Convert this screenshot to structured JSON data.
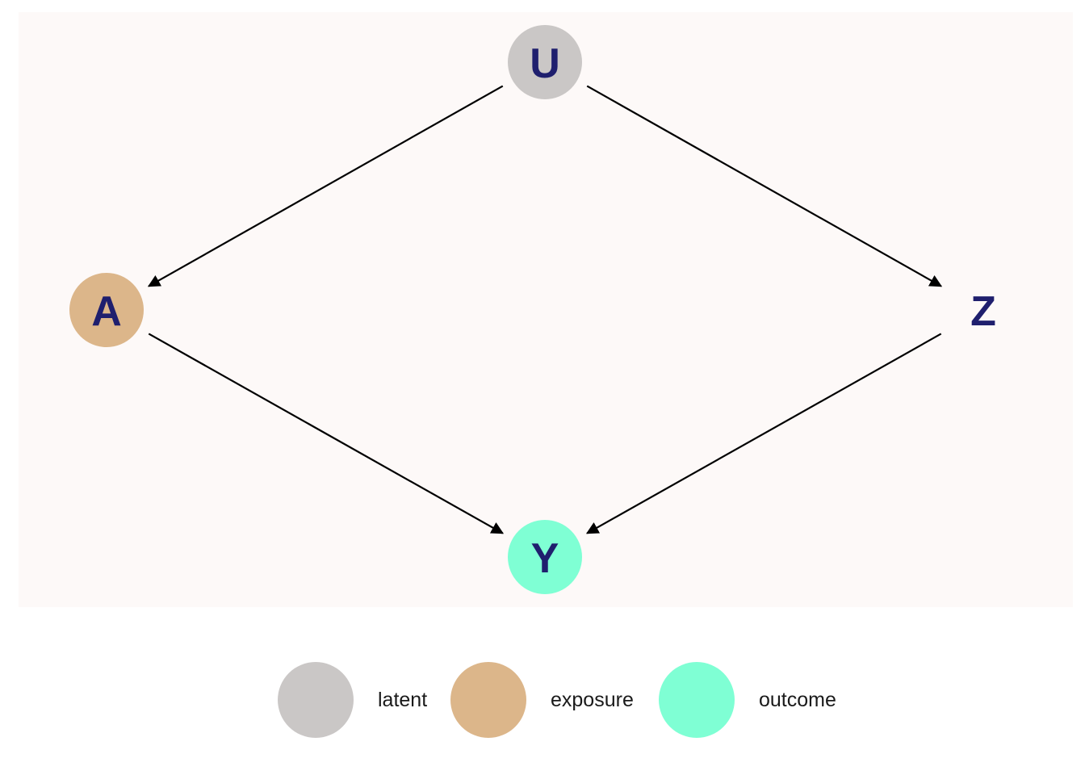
{
  "colors": {
    "panel_background": "#fdf9f8",
    "edge": "#000000",
    "label": "#1f1f6e",
    "latent": "#cac7c6",
    "exposure": "#dcb68a",
    "outcome": "#7fffd4"
  },
  "diagram": {
    "nodes": [
      {
        "id": "U",
        "label": "U",
        "status": "latent",
        "filled": true
      },
      {
        "id": "A",
        "label": "A",
        "status": "exposure",
        "filled": true
      },
      {
        "id": "Z",
        "label": "Z",
        "status": "",
        "filled": false
      },
      {
        "id": "Y",
        "label": "Y",
        "status": "outcome",
        "filled": true
      }
    ],
    "edges": [
      {
        "from": "U",
        "to": "A"
      },
      {
        "from": "U",
        "to": "Z"
      },
      {
        "from": "A",
        "to": "Y"
      },
      {
        "from": "Z",
        "to": "Y"
      }
    ]
  },
  "legend": {
    "items": [
      {
        "status": "latent",
        "label": "latent"
      },
      {
        "status": "exposure",
        "label": "exposure"
      },
      {
        "status": "outcome",
        "label": "outcome"
      }
    ]
  }
}
